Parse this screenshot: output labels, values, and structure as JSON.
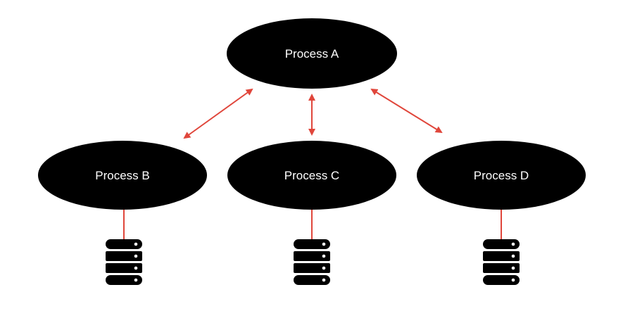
{
  "colors": {
    "node_fill": "#000000",
    "node_text": "#ffffff",
    "connector": "#e0463b",
    "background": "#ffffff"
  },
  "nodes": {
    "a": {
      "label": "Process A"
    },
    "b": {
      "label": "Process B"
    },
    "c": {
      "label": "Process C"
    },
    "d": {
      "label": "Process D"
    }
  },
  "edges": [
    {
      "from": "Process A",
      "to": "Process B",
      "direction": "bidirectional"
    },
    {
      "from": "Process A",
      "to": "Process C",
      "direction": "bidirectional"
    },
    {
      "from": "Process A",
      "to": "Process D",
      "direction": "bidirectional"
    },
    {
      "from": "Process B",
      "to": "database",
      "direction": "none"
    },
    {
      "from": "Process C",
      "to": "database",
      "direction": "none"
    },
    {
      "from": "Process D",
      "to": "database",
      "direction": "none"
    }
  ],
  "icons": {
    "database": "database-icon"
  }
}
